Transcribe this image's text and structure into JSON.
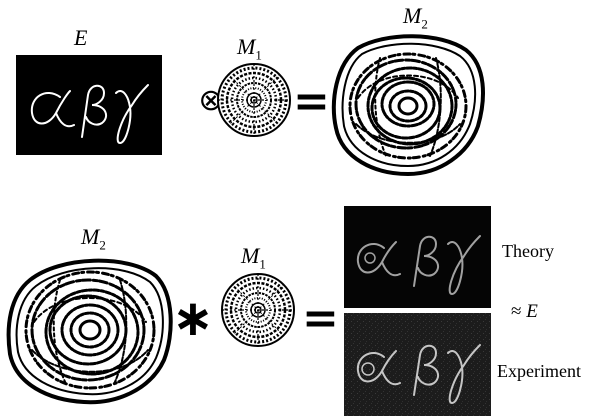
{
  "labels": {
    "E": "E",
    "M": "M",
    "sub1": "1",
    "sub2": "2"
  },
  "operators": {
    "correlation": "⊗",
    "convolution": "∗",
    "equals": "="
  },
  "captions": {
    "theory": "Theory",
    "approx_symbol": "≈",
    "approx_target": "E",
    "experiment": "Experiment"
  },
  "panels": {
    "input_text": "αβγ"
  },
  "colors": {
    "black": "#000000",
    "white": "#ffffff",
    "theory_bg": "#050505",
    "experiment_bg": "#1c1c1c"
  }
}
